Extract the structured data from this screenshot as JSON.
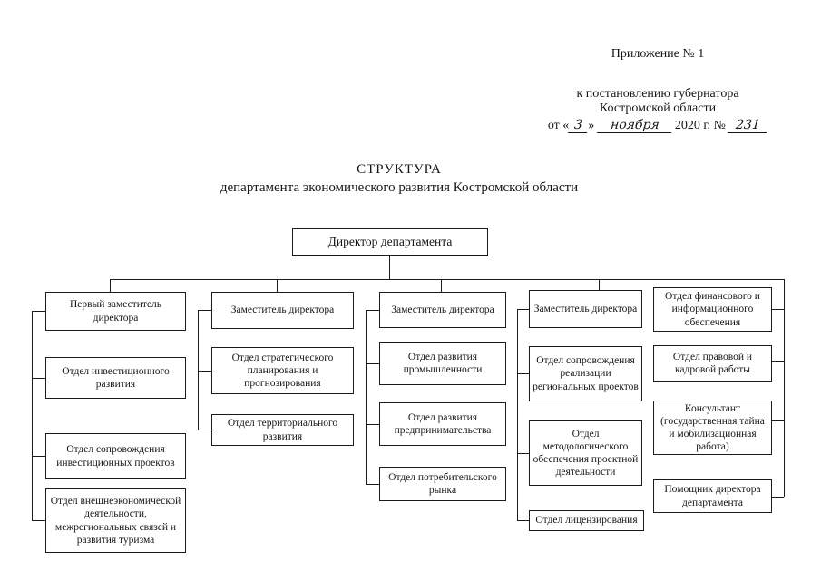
{
  "header": {
    "appendix": "Приложение № 1",
    "decree_line1": "к постановлению губернатора",
    "decree_line2": "Костромской области",
    "date_prefix": "от «",
    "date_day": "3",
    "date_close_quote": "»",
    "date_month": "ноября",
    "date_year": "2020 г. №",
    "date_number": "231"
  },
  "title": {
    "line1": "СТРУКТУРА",
    "line2": "департамента экономического развития Костромской области"
  },
  "org": {
    "director": "Директор департамента",
    "col1": {
      "head": "Первый заместитель директора",
      "items": [
        "Отдел инвестиционного развития",
        "Отдел сопровождения инвестиционных проектов",
        "Отдел внешнеэкономической деятельности, межрегиональных связей и развития туризма"
      ]
    },
    "col2": {
      "head": "Заместитель директора",
      "items": [
        "Отдел стратегического планирования и прогнозирования",
        "Отдел территориального развития"
      ]
    },
    "col3": {
      "head": "Заместитель директора",
      "items": [
        "Отдел развития промышленности",
        "Отдел развития предпринимательства",
        "Отдел потребительского рынка"
      ]
    },
    "col4": {
      "head": "Заместитель директора",
      "items": [
        "Отдел сопровождения реализации региональных проектов",
        "Отдел методологического обеспечения проектной деятельности",
        "Отдел лицензирования"
      ]
    },
    "col5": {
      "items": [
        "Отдел финансового и информационного обеспечения",
        "Отдел правовой и кадровой работы",
        "Консультант (государственная тайна и мобилизационная работа)",
        "Помощник директора департамента"
      ]
    }
  }
}
